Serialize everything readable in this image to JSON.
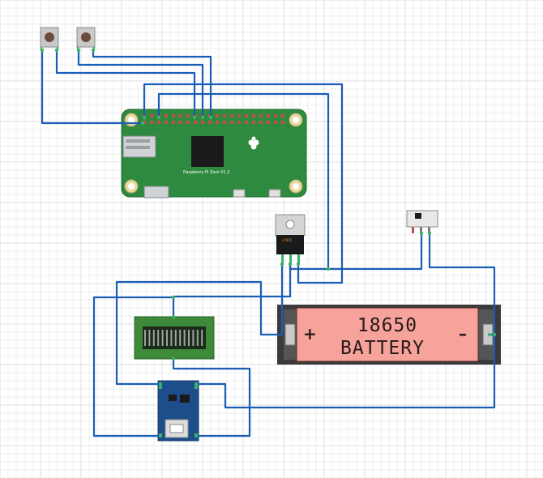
{
  "board": {
    "label": "Raspberry Pi Zero V1.2"
  },
  "battery": {
    "line1": "18650",
    "line2": "BATTERY",
    "plus": "+",
    "minus": "–"
  },
  "regulator": {
    "marking": "L7805"
  },
  "colors": {
    "wire": "#1a5db7",
    "wire_end": "#3bb26a",
    "board_green": "#2d8a3e",
    "battery_pink": "#f5a39b",
    "battery_frame": "#3a3a3a",
    "charger_blue": "#1e4d8c",
    "grid_line": "#d8d8d8"
  },
  "components": [
    {
      "id": "button-1",
      "kind": "push-button"
    },
    {
      "id": "button-2",
      "kind": "push-button"
    },
    {
      "id": "raspberry-pi-zero",
      "kind": "board"
    },
    {
      "id": "voltage-regulator",
      "kind": "regulator"
    },
    {
      "id": "slide-switch",
      "kind": "switch"
    },
    {
      "id": "battery-holder",
      "kind": "battery"
    },
    {
      "id": "display-module",
      "kind": "display"
    },
    {
      "id": "charger-module",
      "kind": "charger"
    }
  ]
}
